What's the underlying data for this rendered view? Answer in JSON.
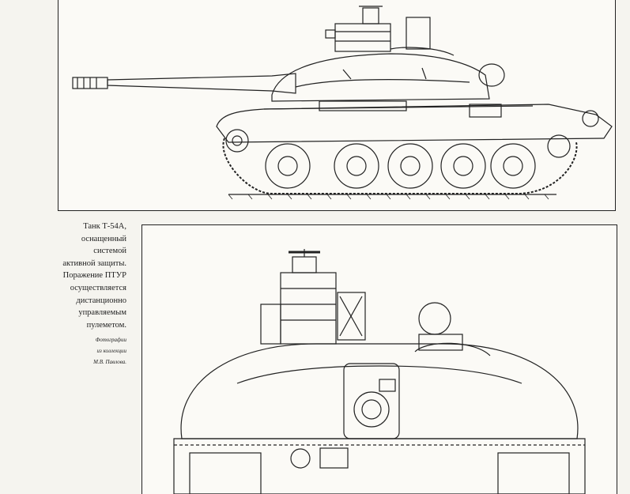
{
  "caption": {
    "lines": [
      "Танк Т-54А,",
      "оснащенный",
      "системой",
      "активной защиты.",
      "Поражение ПТУР",
      "осуществляется",
      "дистанционно",
      "управляемым",
      "пулеметом."
    ],
    "credit_lines": [
      "Фотографии",
      "из коллекции",
      "М.В. Павлова."
    ]
  }
}
